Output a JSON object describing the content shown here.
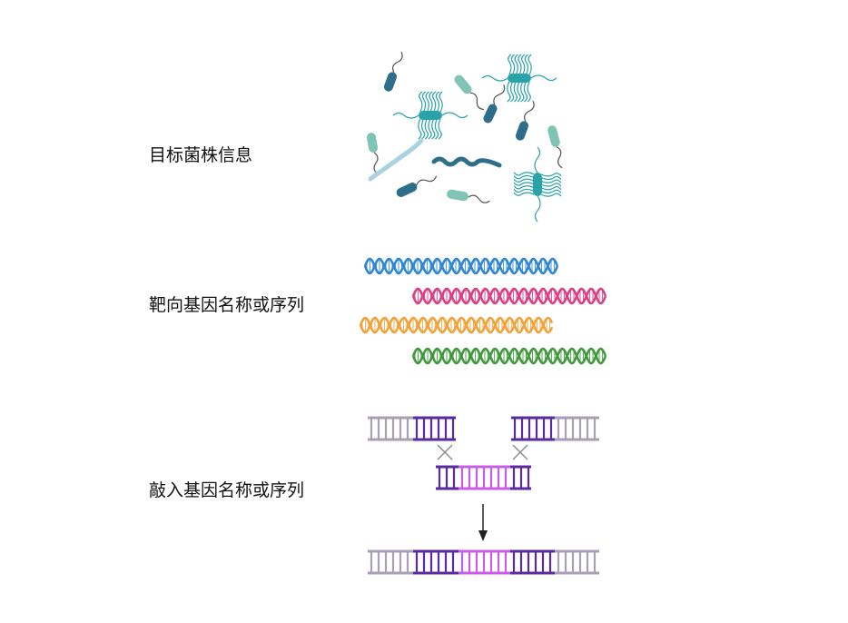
{
  "labels": {
    "strain": "目标菌株信息",
    "target_gene": "靶向基因名称或序列",
    "knockin_gene": "敲入基因名称或序列"
  },
  "colors": {
    "helix": [
      "#2f86d6",
      "#dc3f86",
      "#f2a23a",
      "#3e9a3a"
    ],
    "ladder_gray": "#a99fb6",
    "ladder_dark": "#5a2a9e",
    "ladder_pink": "#c85ee8",
    "bacteria": [
      "#2f6e8a",
      "#7fc4b4",
      "#2aa3a8",
      "#a9d3e0"
    ]
  }
}
